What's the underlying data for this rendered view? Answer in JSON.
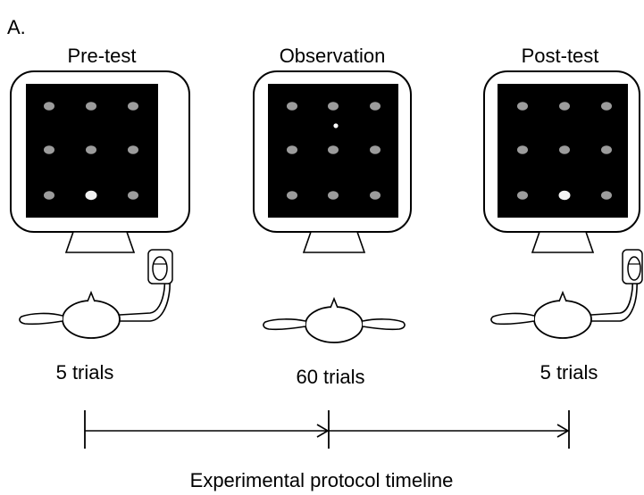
{
  "panel_label": "A.",
  "stages": [
    {
      "id": "pre-test",
      "title": "Pre-test",
      "trials": "5 trials",
      "has_mouse": true,
      "fixation_dot": false,
      "highlight": "bottom-middle"
    },
    {
      "id": "observation",
      "title": "Observation",
      "trials": "60 trials",
      "has_mouse": false,
      "fixation_dot": true,
      "highlight": "none"
    },
    {
      "id": "post-test",
      "title": "Post-test",
      "trials": "5 trials",
      "has_mouse": true,
      "fixation_dot": false,
      "highlight": "bottom-middle"
    }
  ],
  "timeline_label": "Experimental protocol timeline",
  "colors": {
    "screen": "#000000",
    "target_dot": "#9c9c9c",
    "highlight_dot": "#f2f2f2",
    "fixation_dot": "#ffffff",
    "line": "#000000",
    "text": "#000000"
  }
}
